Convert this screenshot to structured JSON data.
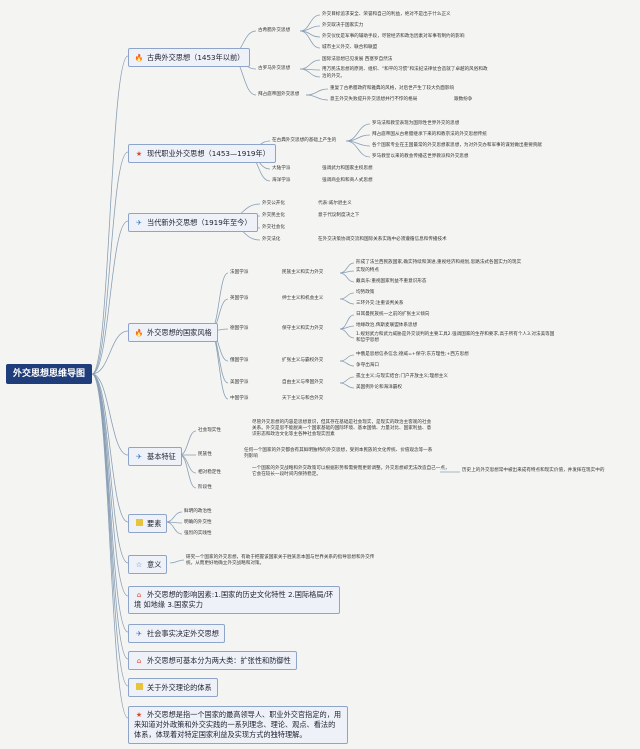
{
  "root": "外交思想思维导图",
  "colors": {
    "root_bg": "#1f3d7a",
    "node_bg": "#eef2f8",
    "node_border": "#8fa4c9",
    "line": "#8a9fb5",
    "fire": "#e4572e",
    "star": "#e0452c",
    "plane": "#3a78c2",
    "yellow": "#e8c43a"
  },
  "n1": {
    "icon": "fire-icon",
    "label": "古典外交思想（1453年以前）",
    "c1": {
      "label": "古希腊外交思想",
      "items": [
        "外交目标追求安全、荣誉和自己的利益，绝对不是出于什么正义",
        "外交取决于国家实力",
        "外交仪仗是军事的辅助手段，尽管经济和政治因素对军事有制约的影响",
        "城市主义外交、联合和联盟"
      ]
    },
    "c2": {
      "label": "古罗马外交思想",
      "items": [
        "国际法思想已见发展 西塞罗自然法",
        "用万民法思想的原则、组织、“和平的习惯”和法纪法律仗合造就了卓越的风俗和政",
        "治的外交。"
      ]
    },
    "c3": {
      "label": "拜占庭帝国外交思想",
      "items": [
        "重复了古希腊政府和雅典的风格，对后世产生了较大负面影响",
        "意王外交失败提升外交思想并行不悖的格局",
        "跟数纷争"
      ]
    }
  },
  "n2": {
    "icon": "star-icon",
    "label": "现代职业外交思想（1453—1919年）",
    "c1": {
      "label": "在古典外交思想的基础上产生的",
      "items": [
        "罗马法和教堂表现为国际性世界外交的思想",
        "拜占庭帝国从古希腊继承下来的和教宗法的外交思想传统",
        "各个国家专业在王国最常的外交思想家思想，为对外交办和军事的谋划做出重要贡献",
        "罗马教皇以来的教会传播这世界教派和外交思想"
      ]
    },
    "c2": {
      "label": "大陆学派",
      "item": "强调武力和国家主权思想"
    },
    "c3": {
      "label": "海洋学派",
      "item": "强调商业和和商人式思想"
    }
  },
  "n3": {
    "icon": "plane-icon",
    "label": "当代新外交思想（1919年至今）",
    "items": [
      {
        "k": "外交公开化",
        "v": "代表:威尔逊主义"
      },
      {
        "k": "外交民主化",
        "v": "意于代议制度决之下"
      },
      {
        "k": "外交社会化",
        "v": ""
      },
      {
        "k": "外交法化",
        "v": "在外交决策协调交流和国际关系实践中必须遵循信息和传播技术"
      }
    ]
  },
  "n4": {
    "icon": "fire-icon",
    "label": "外交思想的国家风格",
    "rows": [
      {
        "k": "法国学派",
        "m": "民族主义和实力外交",
        "v": [
          "形成了法兰西民族国家,确实持续和演进,重视经济和规划,思路法式各国实力的现实",
          "实现的特点",
          "戴高乐:重视国家利益不重意识形态"
        ]
      },
      {
        "k": "英国学派",
        "m": "绅士主义和机会主义",
        "v": [
          "均势政策",
          "三环外交;注重谈判关系"
        ]
      },
      {
        "k": "德国学派",
        "m": "保守主义和实力外交",
        "v": [
          "日耳曼民族统一之前的扩张主义倾向",
          "地缘政治,俾斯麦联盟体系思想",
          "1.规划武力和武力威胁是外交谈判的主要工具2.强调国家的生存和要求,高于所有个人3.对法美等国和哲学思想"
        ]
      },
      {
        "k": "俄国学派",
        "m": "扩张主义与霸权外交",
        "v": [
          "中俄是思想信条信念;德威=+保守;东方理性;+西方思想",
          "争夺出海口"
        ]
      },
      {
        "k": "美国学派",
        "m": "自由主义与帝国外交",
        "v": [
          "孤立主义;与现实结合;门户开放主义;理想主义",
          "美国例外论和海洋霸权"
        ]
      },
      {
        "k": "中国学派",
        "m": "天下主义与和合外交",
        "v": []
      }
    ]
  },
  "n5": {
    "icon": "plane-icon",
    "label": "基本特征",
    "rows": [
      {
        "k": "社会现实性",
        "v": "尽管外交思想的内容是思想意识，但其存在基础是社会现实，是现实的政治主客观的社会关系。外交是思不能脱离一个国家基础的国际环境、基本国情、力量对比、国家利益、意识形态和政治文化等主各种社会现实因素"
      },
      {
        "k": "民族性",
        "v": "任何一个国家的外交都会有其鲜明独特的外交思想，受到本民族的文化传统、价值观念等一系列影响"
      },
      {
        "k": "相对稳定性",
        "v": "一个国家的外交战略和外交政策可以根据形势和需要而更新调整。外交思想却无法改造自己一点，它会在较长一段时间内保持稳定。",
        "tail": "历史上的外交思想常中被出来成有特点和现实价值，并发挥在现实中的"
      },
      {
        "k": "阶段性",
        "v": ""
      }
    ]
  },
  "n6": {
    "icon": "yellow-square-icon",
    "label": "要素",
    "items": [
      "鲜明的政治性",
      "明确的外交性",
      "强烈的实践性"
    ]
  },
  "n7": {
    "icon": "star-outline-icon",
    "label": "意义",
    "v": "研究一个国家的外交思想，有助于把握该国家关于胜某思本国与世界关系的指导思想和外交传统，从而更好地确立外交战略和对策。"
  },
  "n8": {
    "icon": "house-icon",
    "label": "外交思想的影响因素:1.国家的历史文化特性 2.国际格局/环境 如地缘 3.国家实力"
  },
  "n9": {
    "icon": "plane-icon",
    "label": "社会事实决定外交思想"
  },
  "n10": {
    "icon": "house-icon",
    "label": "外交思想可基本分为两大类：扩张性和防御性"
  },
  "n11": {
    "icon": "yellow-square-icon",
    "label": "关于外交理论的体系"
  },
  "n12": {
    "icon": "star-icon",
    "label": "外交思想是指一个国家的最高领导人、职业外交官指定的，用来知道对外政策和外交实践的一系列理念、理论、观点、看法的体系，体现着对特定国家利益及实现方式的独特理解。"
  }
}
